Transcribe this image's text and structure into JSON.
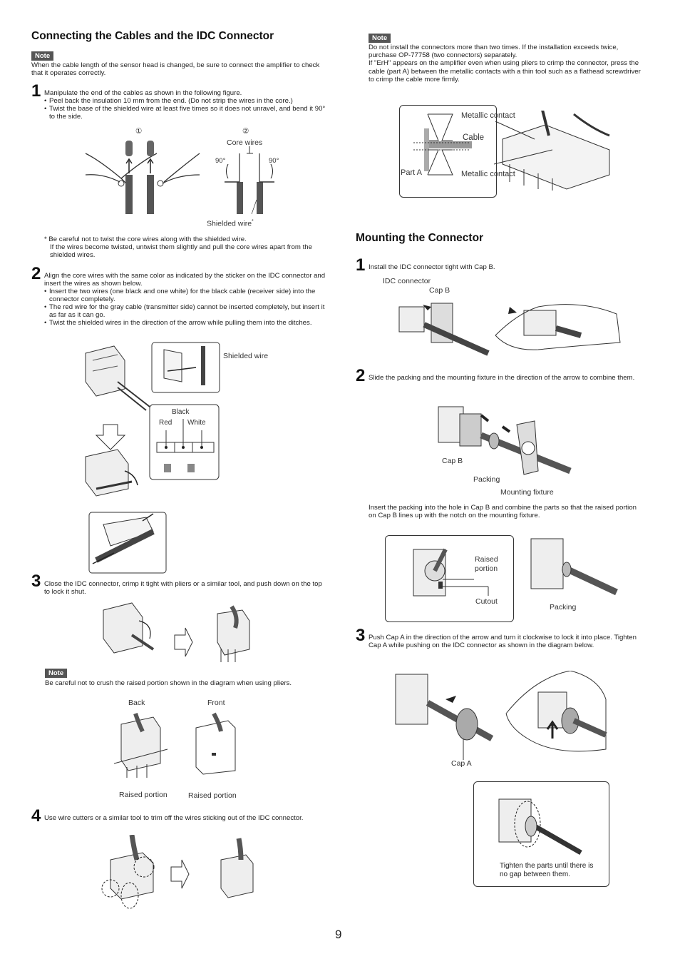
{
  "left": {
    "title": "Connecting the Cables and the IDC Connector",
    "note_label": "Note",
    "note_text": "When the cable length of the sensor head is changed, be sure to connect the amplifier to check that it operates correctly.",
    "step1": {
      "num": "1",
      "text": "Manipulate the end of the cables as shown in the following figure.",
      "bullets": [
        "Peel back the insulation 10 mm from the end. (Do not strip the wires in the core.)",
        "Twist the base of the shielded wire at least five times so it does not unravel, and bend it 90° to the side."
      ],
      "fig_num1": "①",
      "fig_num2": "②",
      "core_wires": "Core wires",
      "angle_left": "90°",
      "angle_right": "90°",
      "shielded_wire": "Shielded wire",
      "asterisk": "*",
      "footnote": "* Be careful not to twist the core wires along with the shielded wire.",
      "footnote2": "If the wires become twisted, untwist them slightly and pull the core wires apart from the shielded wires."
    },
    "step2": {
      "num": "2",
      "text": "Align the core wires with the same color as indicated by the sticker on the IDC connector and insert the wires as shown below.",
      "bullets": [
        "Insert the two wires (one black and one white) for the black cable (receiver side) into the connector completely.",
        "The red wire for the gray cable (transmitter side) cannot be inserted completely, but insert it as far as it can go.",
        "Twist the shielded wires in the direction of the arrow while pulling them into the ditches."
      ],
      "shielded_wire": "Shielded wire",
      "black": "Black",
      "red": "Red",
      "white": "White"
    },
    "step3": {
      "num": "3",
      "text": "Close the IDC connector, crimp it tight with pliers or a similar tool, and push down on the top to lock it shut.",
      "note_label": "Note",
      "note_text": "Be careful not to crush the raised portion shown in the diagram when using pliers.",
      "back": "Back",
      "front": "Front",
      "raised1": "Raised portion",
      "raised2": "Raised portion"
    },
    "step4": {
      "num": "4",
      "text": "Use wire cutters or a similar tool to trim off the wires sticking out of the IDC connector."
    }
  },
  "right": {
    "note_label": "Note",
    "note_lines": [
      "Do not install the connectors more than two times. If the installation exceeds twice, purchase OP-77758 (two connectors) separately.",
      "If \"ErH\" appears on the amplifier even when using pliers to crimp the connector, press the cable (part A) between the metallic contacts with a thin tool such as a flathead screwdriver to crimp the cable more firmly."
    ],
    "metallic_contact_top": "Metallic contact",
    "cable": "Cable",
    "part_a": "Part A",
    "metallic_contact_bottom": "Metallic contact",
    "title": "Mounting the Connector",
    "step1": {
      "num": "1",
      "text": "Install the IDC connector tight with Cap B.",
      "idc": "IDC connector",
      "capb": "Cap B"
    },
    "step2": {
      "num": "2",
      "text": "Slide the packing and the mounting fixture in the direction of the arrow to combine them.",
      "capb": "Cap B",
      "packing": "Packing",
      "fixture": "Mounting fixture",
      "text2": "Insert the packing into the hole in Cap B and combine the parts so that the raised portion on Cap B lines up with the notch on the mounting fixture.",
      "raised": "Raised portion",
      "cutout": "Cutout",
      "packing2": "Packing"
    },
    "step3": {
      "num": "3",
      "text": "Push Cap A in the direction of the arrow and turn it clockwise to lock it into place. Tighten Cap A while pushing on the IDC connector as shown in the diagram below.",
      "capa": "Cap A",
      "tighten": "Tighten the parts until there is no gap between them."
    }
  },
  "page_number": "9"
}
